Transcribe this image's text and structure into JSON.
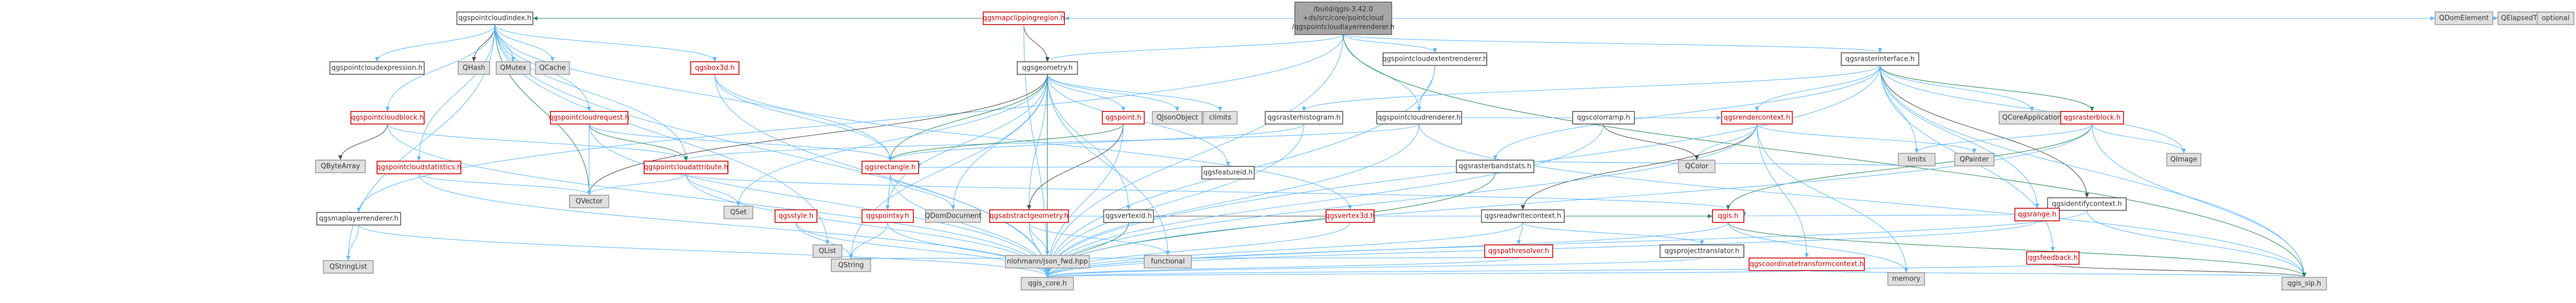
{
  "diagram": {
    "colors": {
      "root_fill": "#a6a6a6",
      "project_border": "#555555",
      "highlight_border": "#cc0000",
      "system_fill": "#e0e0e0",
      "edge_main": "#63b8ff",
      "edge_alt": "#2e8b57",
      "edge_dark": "#4b4b4b"
    },
    "nodes": [
      {
        "id": "root",
        "lines": [
          "/build/qgis-3.42.0",
          "+ds/src/core/pointcloud",
          "/qgspointcloudlayerrenderer.h"
        ],
        "kind": "root"
      },
      {
        "id": "qgspointcloudindex",
        "lines": [
          "qgspointcloudindex.h"
        ],
        "kind": "proj"
      },
      {
        "id": "qgsmapclippingregion",
        "lines": [
          "qgsmapclippingregion.h"
        ],
        "kind": "red"
      },
      {
        "id": "qgspointcloudextentrenderer",
        "lines": [
          "qgspointcloudextentrenderer.h"
        ],
        "kind": "proj"
      },
      {
        "id": "qgsrasterinterface",
        "lines": [
          "qgsrasterinterface.h"
        ],
        "kind": "proj"
      },
      {
        "id": "qdomelement",
        "lines": [
          "QDomElement"
        ],
        "kind": "sys"
      },
      {
        "id": "qelapsedtimer",
        "lines": [
          "QElapsedTimer"
        ],
        "kind": "sys"
      },
      {
        "id": "optional",
        "lines": [
          "optional"
        ],
        "kind": "sys"
      },
      {
        "id": "qgspointcloudexpression",
        "lines": [
          "qgspointcloudexpression.h"
        ],
        "kind": "proj"
      },
      {
        "id": "qhash",
        "lines": [
          "QHash"
        ],
        "kind": "sys"
      },
      {
        "id": "qmutex",
        "lines": [
          "QMutex"
        ],
        "kind": "sys"
      },
      {
        "id": "qcache",
        "lines": [
          "QCache"
        ],
        "kind": "sys"
      },
      {
        "id": "qgsbox3d",
        "lines": [
          "qgsbox3d.h"
        ],
        "kind": "red"
      },
      {
        "id": "qgsgeometry",
        "lines": [
          "qgsgeometry.h"
        ],
        "kind": "proj"
      },
      {
        "id": "qgspointcloudrenderer",
        "lines": [
          "qgspointcloudrenderer.h"
        ],
        "kind": "proj"
      },
      {
        "id": "qgspointcloudblock",
        "lines": [
          "qgspointcloudblock.h"
        ],
        "kind": "red"
      },
      {
        "id": "qgspointcloudrequest",
        "lines": [
          "qgspointcloudrequest.h"
        ],
        "kind": "red"
      },
      {
        "id": "qgspointcloudstatistics",
        "lines": [
          "qgspointcloudstatistics.h"
        ],
        "kind": "red"
      },
      {
        "id": "qgspointcloudattribute",
        "lines": [
          "qgspointcloudattribute.h"
        ],
        "kind": "red"
      },
      {
        "id": "qgspoint",
        "lines": [
          "qgspoint.h"
        ],
        "kind": "red"
      },
      {
        "id": "qjsonobject",
        "lines": [
          "QJsonObject"
        ],
        "kind": "sys"
      },
      {
        "id": "climits",
        "lines": [
          "climits"
        ],
        "kind": "sys"
      },
      {
        "id": "qgsrectangle",
        "lines": [
          "qgsrectangle.h"
        ],
        "kind": "red"
      },
      {
        "id": "qgspointxy",
        "lines": [
          "qgspointxy.h"
        ],
        "kind": "red"
      },
      {
        "id": "qdomdocument",
        "lines": [
          "QDomDocument"
        ],
        "kind": "sys"
      },
      {
        "id": "qgsabstractgeometry",
        "lines": [
          "qgsabstractgeometry.h"
        ],
        "kind": "red"
      },
      {
        "id": "qgsstyle",
        "lines": [
          "qgsstyle.h"
        ],
        "kind": "red"
      },
      {
        "id": "qgsvertexid",
        "lines": [
          "qgsvertexid.h"
        ],
        "kind": "proj"
      },
      {
        "id": "qgsfeatureid",
        "lines": [
          "qgsfeatureid.h"
        ],
        "kind": "proj"
      },
      {
        "id": "qgsvertex3d",
        "lines": [
          "qgsvertex3d.h"
        ],
        "kind": "red"
      },
      {
        "id": "qgsmaplayerrenderer",
        "lines": [
          "qgsmaplayerrenderer.h"
        ],
        "kind": "proj"
      },
      {
        "id": "qbytearray",
        "lines": [
          "QByteArray"
        ],
        "kind": "sys"
      },
      {
        "id": "qvector",
        "lines": [
          "QVector"
        ],
        "kind": "sys"
      },
      {
        "id": "qset",
        "lines": [
          "QSet"
        ],
        "kind": "sys"
      },
      {
        "id": "qlist",
        "lines": [
          "QList"
        ],
        "kind": "sys"
      },
      {
        "id": "qstringlist",
        "lines": [
          "QStringList"
        ],
        "kind": "sys"
      },
      {
        "id": "qstring",
        "lines": [
          "QString"
        ],
        "kind": "sys"
      },
      {
        "id": "functional",
        "lines": [
          "functional"
        ],
        "kind": "sys"
      },
      {
        "id": "nlohmann",
        "lines": [
          "nlohmann/json_fwd.hpp"
        ],
        "kind": "sys"
      },
      {
        "id": "qgscolorramp",
        "lines": [
          "qgscolorramp.h"
        ],
        "kind": "proj"
      },
      {
        "id": "qgsrasterbandstats",
        "lines": [
          "qgsrasterbandstats.h"
        ],
        "kind": "proj"
      },
      {
        "id": "qgsrasterhistogram",
        "lines": [
          "qgsrasterhistogram.h"
        ],
        "kind": "proj"
      },
      {
        "id": "qgsrendercontext",
        "lines": [
          "qgsrendercontext.h"
        ],
        "kind": "red"
      },
      {
        "id": "qgsreadwritecontext",
        "lines": [
          "qgsreadwritecontext.h"
        ],
        "kind": "proj"
      },
      {
        "id": "qgspathresolver",
        "lines": [
          "qgspathresolver.h"
        ],
        "kind": "red"
      },
      {
        "id": "qgsprojecttranslator",
        "lines": [
          "qgsprojecttranslator.h"
        ],
        "kind": "proj"
      },
      {
        "id": "qgscoordinatetransformcontext",
        "lines": [
          "qgscoordinatetransformcontext.h"
        ],
        "kind": "red"
      },
      {
        "id": "qcolor",
        "lines": [
          "QColor"
        ],
        "kind": "sys"
      },
      {
        "id": "limits",
        "lines": [
          "limits"
        ],
        "kind": "sys"
      },
      {
        "id": "qpainter",
        "lines": [
          "QPainter"
        ],
        "kind": "sys"
      },
      {
        "id": "qcoreapplication",
        "lines": [
          "QCoreApplication"
        ],
        "kind": "sys"
      },
      {
        "id": "qgsrasterblock",
        "lines": [
          "qgsrasterblock.h"
        ],
        "kind": "red"
      },
      {
        "id": "qimage",
        "lines": [
          "QImage"
        ],
        "kind": "sys"
      },
      {
        "id": "qgsidentifycontext",
        "lines": [
          "qgsidentifycontext.h"
        ],
        "kind": "proj"
      },
      {
        "id": "qgsrange",
        "lines": [
          "qgsrange.h"
        ],
        "kind": "red"
      },
      {
        "id": "qgsfeedback",
        "lines": [
          "qgsfeedback.h"
        ],
        "kind": "red"
      },
      {
        "id": "qgis",
        "lines": [
          "qgis.h"
        ],
        "kind": "red"
      },
      {
        "id": "memory",
        "lines": [
          "memory"
        ],
        "kind": "sys"
      },
      {
        "id": "qgis_core",
        "lines": [
          "qgis_core.h"
        ],
        "kind": "sys"
      },
      {
        "id": "qgis_sip",
        "lines": [
          "qgis_sip.h"
        ],
        "kind": "sys"
      }
    ],
    "edges": [
      [
        "root",
        "qgspointcloudindex"
      ],
      [
        "root",
        "qgsmapclippingregion"
      ],
      [
        "root",
        "qgspointcloudextentrenderer"
      ],
      [
        "root",
        "qgsrasterinterface"
      ],
      [
        "root",
        "qdomelement"
      ],
      [
        "root",
        "qelapsedtimer"
      ],
      [
        "root",
        "optional"
      ],
      [
        "root",
        "qgsmaplayerrenderer"
      ],
      [
        "root",
        "qgsgeometry"
      ],
      [
        "root",
        "qgspointcloudrenderer"
      ],
      [
        "root",
        "qgis_core"
      ],
      [
        "root",
        "qgis_sip"
      ],
      [
        "qgspointcloudindex",
        "qgspointcloudexpression"
      ],
      [
        "qgspointcloudindex",
        "qhash"
      ],
      [
        "qgspointcloudindex",
        "qmutex"
      ],
      [
        "qgspointcloudindex",
        "qcache"
      ],
      [
        "qgspointcloudindex",
        "qgsbox3d"
      ],
      [
        "qgspointcloudindex",
        "qgspointcloudblock"
      ],
      [
        "qgspointcloudindex",
        "qgspointcloudrequest"
      ],
      [
        "qgspointcloudindex",
        "qgspointcloudstatistics"
      ],
      [
        "qgspointcloudindex",
        "qgspointcloudattribute"
      ],
      [
        "qgspointcloudindex",
        "qgsrectangle"
      ],
      [
        "qgspointcloudindex",
        "qvector"
      ],
      [
        "qgspointcloudindex",
        "qlist"
      ],
      [
        "qgspointcloudindex",
        "qstringlist"
      ],
      [
        "qgspointcloudindex",
        "qgis_core"
      ],
      [
        "qgsmapclippingregion",
        "qgsgeometry"
      ],
      [
        "qgsmapclippingregion",
        "qgis_core"
      ],
      [
        "qgspointcloudextentrenderer",
        "qgspointcloudrenderer"
      ],
      [
        "qgspointcloudextentrenderer",
        "qgis_core"
      ],
      [
        "qgsgeometry",
        "qgspoint"
      ],
      [
        "qgsgeometry",
        "qjsonobject"
      ],
      [
        "qgsgeometry",
        "climits"
      ],
      [
        "qgsgeometry",
        "qgsrectangle"
      ],
      [
        "qgsgeometry",
        "qgsabstractgeometry"
      ],
      [
        "qgsgeometry",
        "qgsfeatureid"
      ],
      [
        "qgsgeometry",
        "qgsvertexid"
      ],
      [
        "qgsgeometry",
        "qgspointxy"
      ],
      [
        "qgsgeometry",
        "qset"
      ],
      [
        "qgsgeometry",
        "qvector"
      ],
      [
        "qgsgeometry",
        "qdomdocument"
      ],
      [
        "qgsgeometry",
        "qgis_core"
      ],
      [
        "qgsgeometry",
        "functional"
      ],
      [
        "qgsgeometry",
        "qstring"
      ],
      [
        "qgsgeometry",
        "nlohmann"
      ],
      [
        "qgspointcloudrenderer",
        "qgsrendercontext"
      ],
      [
        "qgspointcloudrenderer",
        "qgspointcloudattribute"
      ],
      [
        "qgspointcloudrenderer",
        "qgis_core"
      ],
      [
        "qgspointcloudrenderer",
        "qgis_sip"
      ],
      [
        "qgsbox3d",
        "qgsrectangle"
      ],
      [
        "qgsbox3d",
        "qgsvertex3d"
      ],
      [
        "qgsbox3d",
        "qgis_core"
      ],
      [
        "qgspointcloudblock",
        "qbytearray"
      ],
      [
        "qgspointcloudblock",
        "qgspointcloudattribute"
      ],
      [
        "qgspointcloudblock",
        "qgis_core"
      ],
      [
        "qgspointcloudrequest",
        "qgspointcloudattribute"
      ],
      [
        "qgspointcloudrequest",
        "qgsrectangle"
      ],
      [
        "qgspointcloudrequest",
        "qvector"
      ],
      [
        "qgspointcloudrequest",
        "qgis_core"
      ],
      [
        "qgspointcloudstatistics",
        "qvector"
      ],
      [
        "qgspointcloudstatistics",
        "qgis_core"
      ],
      [
        "qgspointcloudattribute",
        "qset"
      ],
      [
        "qgspointcloudattribute",
        "qvector"
      ],
      [
        "qgspointcloudattribute",
        "qgis"
      ],
      [
        "qgspointcloudattribute",
        "qgis_core"
      ],
      [
        "qgspoint",
        "qgsabstractgeometry"
      ],
      [
        "qgspoint",
        "qgsrectangle"
      ],
      [
        "qgspoint",
        "qgis_core"
      ],
      [
        "qgsrectangle",
        "qgspointxy"
      ],
      [
        "qgsrectangle",
        "qdomdocument"
      ],
      [
        "qgsrectangle",
        "qgis_core"
      ],
      [
        "qgspointxy",
        "qstring"
      ],
      [
        "qgspointxy",
        "qgis_core"
      ],
      [
        "qgsabstractgeometry",
        "qgis"
      ],
      [
        "qgsabstractgeometry",
        "functional"
      ],
      [
        "qgsabstractgeometry",
        "nlohmann"
      ],
      [
        "qgsabstractgeometry",
        "qgis_core"
      ],
      [
        "qgsvertexid",
        "qgis_core"
      ],
      [
        "qgsvertexid",
        "qgis"
      ],
      [
        "qgsvertex3d",
        "qgis"
      ],
      [
        "qgsvertex3d",
        "qgis_core"
      ],
      [
        "qgsstyle",
        "qstring"
      ],
      [
        "qgsstyle",
        "qgis_core"
      ],
      [
        "qgsmaplayerrenderer",
        "qstringlist"
      ],
      [
        "qgsmaplayerrenderer",
        "qgis_core"
      ],
      [
        "qgsrasterinterface",
        "qgsrasterbandstats"
      ],
      [
        "qgsrasterinterface",
        "qgsrasterhistogram"
      ],
      [
        "qgsrasterinterface",
        "qgsrendercontext"
      ],
      [
        "qgsrasterinterface",
        "qgsrasterblock"
      ],
      [
        "qgsrasterinterface",
        "qcoreapplication"
      ],
      [
        "qgsrasterinterface",
        "qimage"
      ],
      [
        "qgsrasterinterface",
        "qgsidentifycontext"
      ],
      [
        "qgsrasterinterface",
        "qgsrange"
      ],
      [
        "qgsrasterinterface",
        "qgsfeedback"
      ],
      [
        "qgsrasterinterface",
        "limits"
      ],
      [
        "qgsrasterinterface",
        "qgis_core"
      ],
      [
        "qgsrasterinterface",
        "qgis_sip"
      ],
      [
        "qgsrasterbandstats",
        "qgsrectangle"
      ],
      [
        "qgsrasterbandstats",
        "limits"
      ],
      [
        "qgsrasterbandstats",
        "qgis_core"
      ],
      [
        "qgsrasterhistogram",
        "qgsrectangle"
      ],
      [
        "qgsrasterhistogram",
        "qgis_core"
      ],
      [
        "qgsrendercontext",
        "qcolor"
      ],
      [
        "qgsrendercontext",
        "qpainter"
      ],
      [
        "qgsrendercontext",
        "qgsreadwritecontext"
      ],
      [
        "qgsrendercontext",
        "qgscoordinatetransformcontext"
      ],
      [
        "qgsrendercontext",
        "memory"
      ],
      [
        "qgsrendercontext",
        "qgis_core"
      ],
      [
        "qgsreadwritecontext",
        "qgspathresolver"
      ],
      [
        "qgsreadwritecontext",
        "qgsprojecttranslator"
      ],
      [
        "qgsreadwritecontext",
        "qgis"
      ],
      [
        "qgsreadwritecontext",
        "qgis_core"
      ],
      [
        "qgspathresolver",
        "qstring"
      ],
      [
        "qgspathresolver",
        "qgis_core"
      ],
      [
        "qgsprojecttranslator",
        "qgis_core"
      ],
      [
        "qgscoordinatetransformcontext",
        "qgis_core"
      ],
      [
        "qgscoordinatetransformcontext",
        "qgis_sip"
      ],
      [
        "qgscolorramp",
        "qcolor"
      ],
      [
        "qgscolorramp",
        "qgis_core"
      ],
      [
        "qgsrasterblock",
        "limits"
      ],
      [
        "qgsrasterblock",
        "qimage"
      ],
      [
        "qgsrasterblock",
        "qgis"
      ],
      [
        "qgsrasterblock",
        "qgis_core"
      ],
      [
        "qgsrasterblock",
        "qgis_sip"
      ],
      [
        "qgsidentifycontext",
        "qgsrange"
      ],
      [
        "qgsidentifycontext",
        "qgis_core"
      ],
      [
        "qgsidentifycontext",
        "qgis_sip"
      ],
      [
        "qgsrange",
        "qgis"
      ],
      [
        "qgsrange",
        "qgis_core"
      ],
      [
        "qgsfeedback",
        "qgis_core"
      ],
      [
        "qgsfeedback",
        "qgis_sip"
      ],
      [
        "qgis",
        "qgis_core"
      ],
      [
        "qgis",
        "qgis_sip"
      ],
      [
        "qgis",
        "memory"
      ]
    ]
  }
}
